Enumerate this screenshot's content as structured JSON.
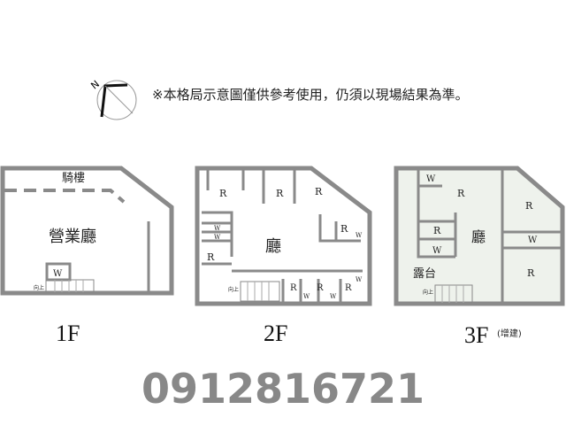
{
  "compass": {
    "north_label": "N"
  },
  "disclaimer": "※本格局示意圖僅供參考使用，仍須以現場結果為準。",
  "floors": [
    {
      "label": "1F",
      "rooms": {
        "arcade": "騎樓",
        "business_hall": "營業廳",
        "wc": "W",
        "stair": "向上"
      }
    },
    {
      "label": "2F",
      "rooms": {
        "hall": "廳",
        "room": "R",
        "wc": "W",
        "stair": "向上"
      }
    },
    {
      "label": "3F",
      "note": "(增建)",
      "rooms": {
        "hall": "廳",
        "terrace": "露台",
        "room": "R",
        "wc": "W",
        "stair": "向上"
      }
    }
  ],
  "watermark": "0912816721",
  "colors": {
    "wall": "#8a8a8a",
    "floor3_fill": "#eef2ec"
  }
}
